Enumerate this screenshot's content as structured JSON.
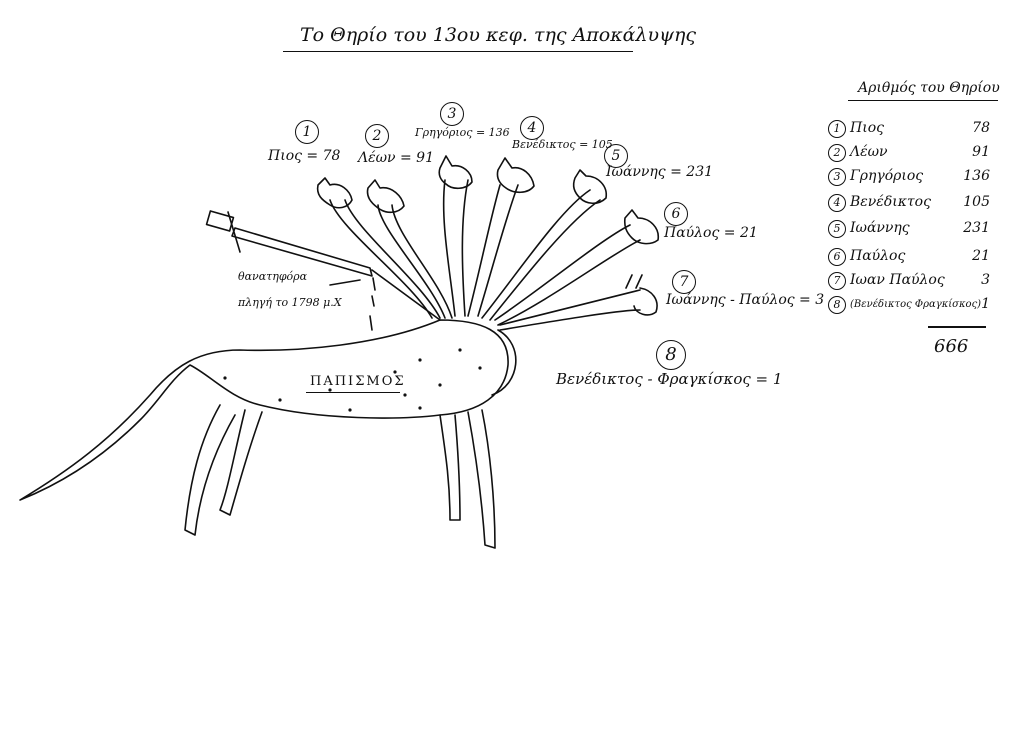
{
  "title": "Το Θηρίο του 13ου κεφ. της Αποκάλυψης",
  "heads": [
    {
      "num": "1",
      "text": "Πιος = 78"
    },
    {
      "num": "2",
      "text": "Λέων = 91"
    },
    {
      "num": "3",
      "text": "Γρηγόριος = 136"
    },
    {
      "num": "4",
      "text": "Βενέδικτος = 105"
    },
    {
      "num": "5",
      "text": "Ιωάννης = 231"
    },
    {
      "num": "6",
      "text": "Παύλος = 21"
    },
    {
      "num": "7",
      "text": "Ιωάννης - Παύλος = 3"
    },
    {
      "num": "8",
      "text": "Βενέδικτος - Φραγκίσκος = 1"
    }
  ],
  "wound_label": [
    "θανατηφόρα",
    "πληγή το 1798 μ.Χ"
  ],
  "body_label": "ΠΑΠΙΣΜΟΣ",
  "number_table": {
    "title": "Αριθμός του Θηρίου",
    "rows": [
      {
        "num": "1",
        "name": "Πιος",
        "value": "78"
      },
      {
        "num": "2",
        "name": "Λέων",
        "value": "91"
      },
      {
        "num": "3",
        "name": "Γρηγόριος",
        "value": "136"
      },
      {
        "num": "4",
        "name": "Βενέδικτος",
        "value": "105"
      },
      {
        "num": "5",
        "name": "Ιωάννης",
        "value": "231"
      },
      {
        "num": "6",
        "name": "Παύλος",
        "value": "21"
      },
      {
        "num": "7",
        "name": "Ιωαν Παύλος",
        "value": "3"
      },
      {
        "num": "8",
        "name": "(Βενέδικτος Φραγκίσκος)",
        "value": "1"
      }
    ],
    "total": "666"
  }
}
